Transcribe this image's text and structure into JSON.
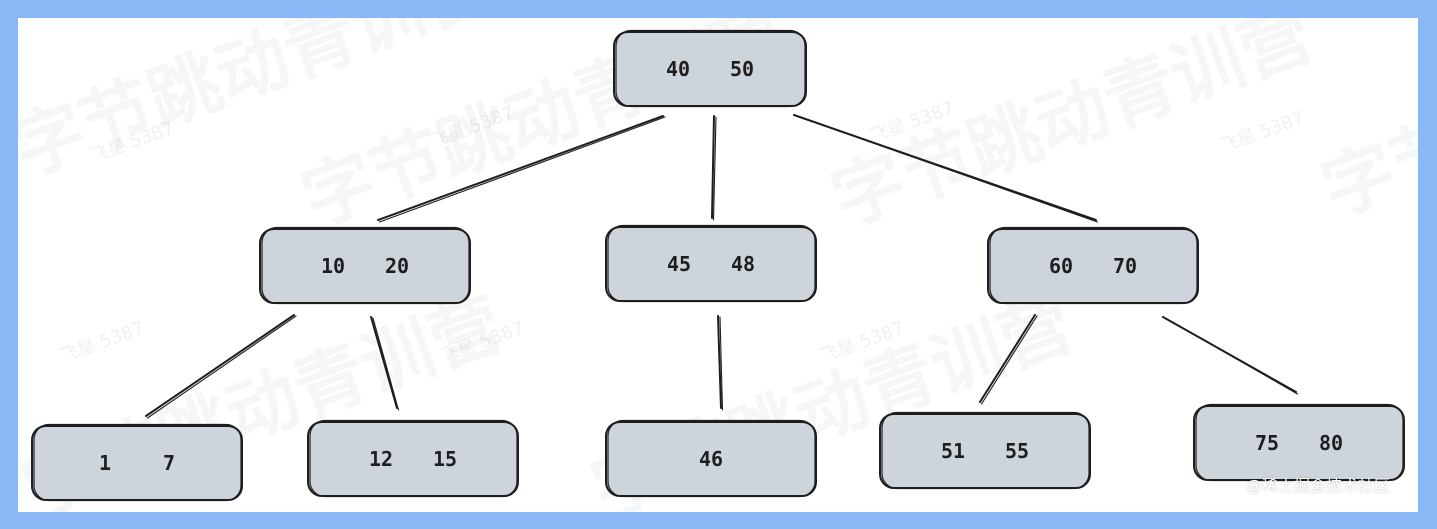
{
  "watermark": {
    "large_texts": [
      "字节跳动青训营",
      "字节跳动青训营",
      "字节跳动青训营",
      "字节跳动青训营",
      "字节跳动青训营",
      "字节跳动青训营"
    ],
    "small_texts": [
      "飞星 5387",
      "飞星 5387",
      "飞星 5387",
      "飞星 5387",
      "飞星 5387",
      "飞星 5387",
      "飞星 5387"
    ]
  },
  "credit": "@稀土掘金技术社区",
  "tree": {
    "nodes": [
      {
        "id": "root",
        "keys": [
          "40",
          "50"
        ]
      },
      {
        "id": "n10-20",
        "keys": [
          "10",
          "20"
        ]
      },
      {
        "id": "n45-48",
        "keys": [
          "45",
          "48"
        ]
      },
      {
        "id": "n60-70",
        "keys": [
          "60",
          "70"
        ]
      },
      {
        "id": "n1-7",
        "keys": [
          "1",
          "7"
        ]
      },
      {
        "id": "n12-15",
        "keys": [
          "12",
          "15"
        ]
      },
      {
        "id": "n46",
        "keys": [
          "46"
        ]
      },
      {
        "id": "n51-55",
        "keys": [
          "51",
          "55"
        ]
      },
      {
        "id": "n75-80",
        "keys": [
          "75",
          "80"
        ]
      }
    ],
    "edges": [
      {
        "from": "root",
        "to": "n10-20"
      },
      {
        "from": "root",
        "to": "n45-48"
      },
      {
        "from": "root",
        "to": "n60-70"
      },
      {
        "from": "n10-20",
        "to": "n1-7"
      },
      {
        "from": "n10-20",
        "to": "n12-15"
      },
      {
        "from": "n45-48",
        "to": "n46"
      },
      {
        "from": "n60-70",
        "to": "n51-55"
      },
      {
        "from": "n60-70",
        "to": "n75-80"
      }
    ]
  }
}
